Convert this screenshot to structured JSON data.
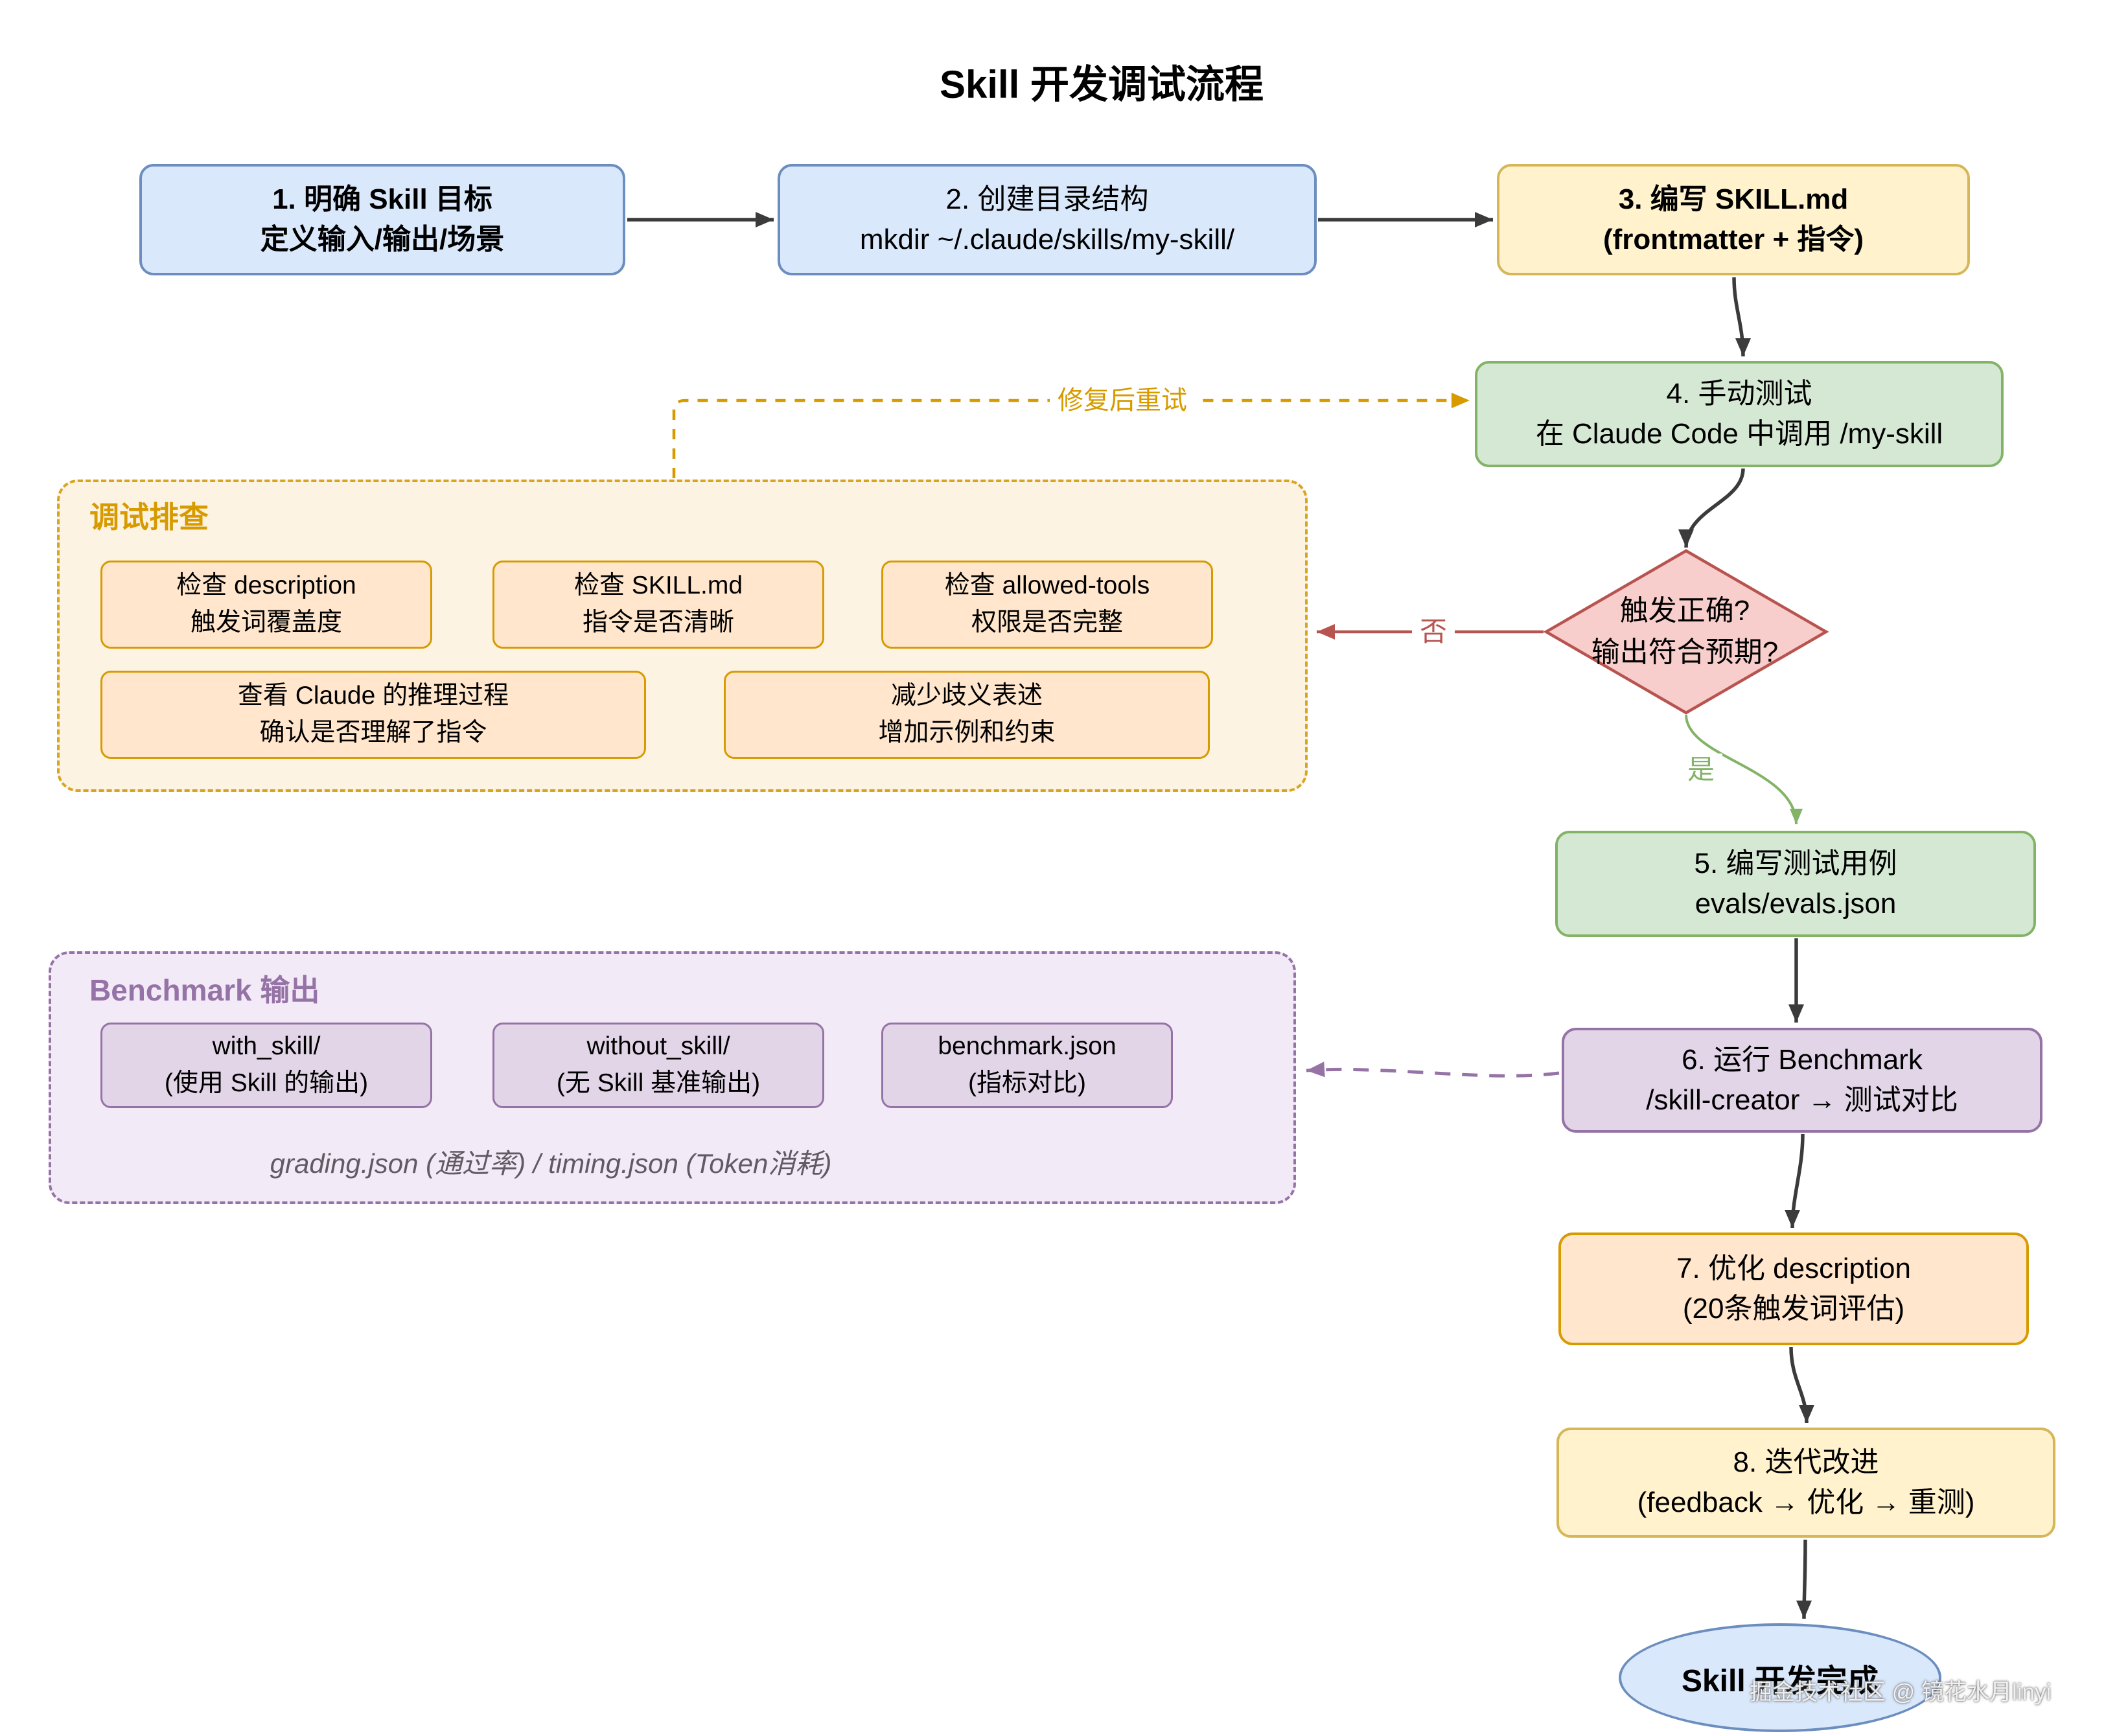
{
  "title": "Skill 开发调试流程",
  "nodes": {
    "step1": {
      "line1": "1. 明确 Skill 目标",
      "line2": "定义输入/输出/场景"
    },
    "step2": {
      "line1": "2. 创建目录结构",
      "line2": "mkdir ~/.claude/skills/my-skill/"
    },
    "step3": {
      "line1": "3. 编写 SKILL.md",
      "line2": "(frontmatter + 指令)"
    },
    "step4": {
      "line1": "4. 手动测试",
      "line2": "在 Claude Code 中调用 /my-skill"
    },
    "decision": {
      "line1": "触发正确?",
      "line2": "输出符合预期?"
    },
    "step5": {
      "line1": "5. 编写测试用例",
      "line2": "evals/evals.json"
    },
    "step6": {
      "line1": "6. 运行 Benchmark",
      "line2": "/skill-creator → 测试对比"
    },
    "step7": {
      "line1": "7. 优化 description",
      "line2": "(20条触发词评估)"
    },
    "step8": {
      "line1": "8. 迭代改进",
      "line2": "(feedback → 优化 → 重测)"
    },
    "end": {
      "label": "Skill 开发完成"
    }
  },
  "debug_group": {
    "label": "调试排查",
    "items": [
      {
        "line1": "检查 description",
        "line2": "触发词覆盖度"
      },
      {
        "line1": "检查 SKILL.md",
        "line2": "指令是否清晰"
      },
      {
        "line1": "检查 allowed-tools",
        "line2": "权限是否完整"
      },
      {
        "line1": "查看 Claude 的推理过程",
        "line2": "确认是否理解了指令"
      },
      {
        "line1": "减少歧义表述",
        "line2": "增加示例和约束"
      }
    ]
  },
  "benchmark_group": {
    "label": "Benchmark 输出",
    "items": [
      {
        "line1": "with_skill/",
        "line2": "(使用 Skill 的输出)"
      },
      {
        "line1": "without_skill/",
        "line2": "(无 Skill 基准输出)"
      },
      {
        "line1": "benchmark.json",
        "line2": "(指标对比)"
      }
    ],
    "caption": "grading.json (通过率) / timing.json (Token消耗)"
  },
  "edge_labels": {
    "no": "否",
    "yes": "是",
    "retry": "修复后重试"
  },
  "watermark": "掘金技术社区 @ 镜花水月linyi",
  "colors": {
    "blue_fill": "#dae8fc",
    "blue_stroke": "#6c8ebf",
    "yellow_fill": "#fff2cc",
    "yellow_stroke": "#d6b656",
    "green_fill": "#d5e8d4",
    "green_stroke": "#82b366",
    "pink_fill": "#f8cecc",
    "pink_stroke": "#b85450",
    "orange_fill": "#ffe6cc",
    "orange_stroke": "#d79b00",
    "purple_fill": "#e1d5e7",
    "purple_stroke": "#9673a6",
    "arrow_black": "#3b3b3b"
  }
}
